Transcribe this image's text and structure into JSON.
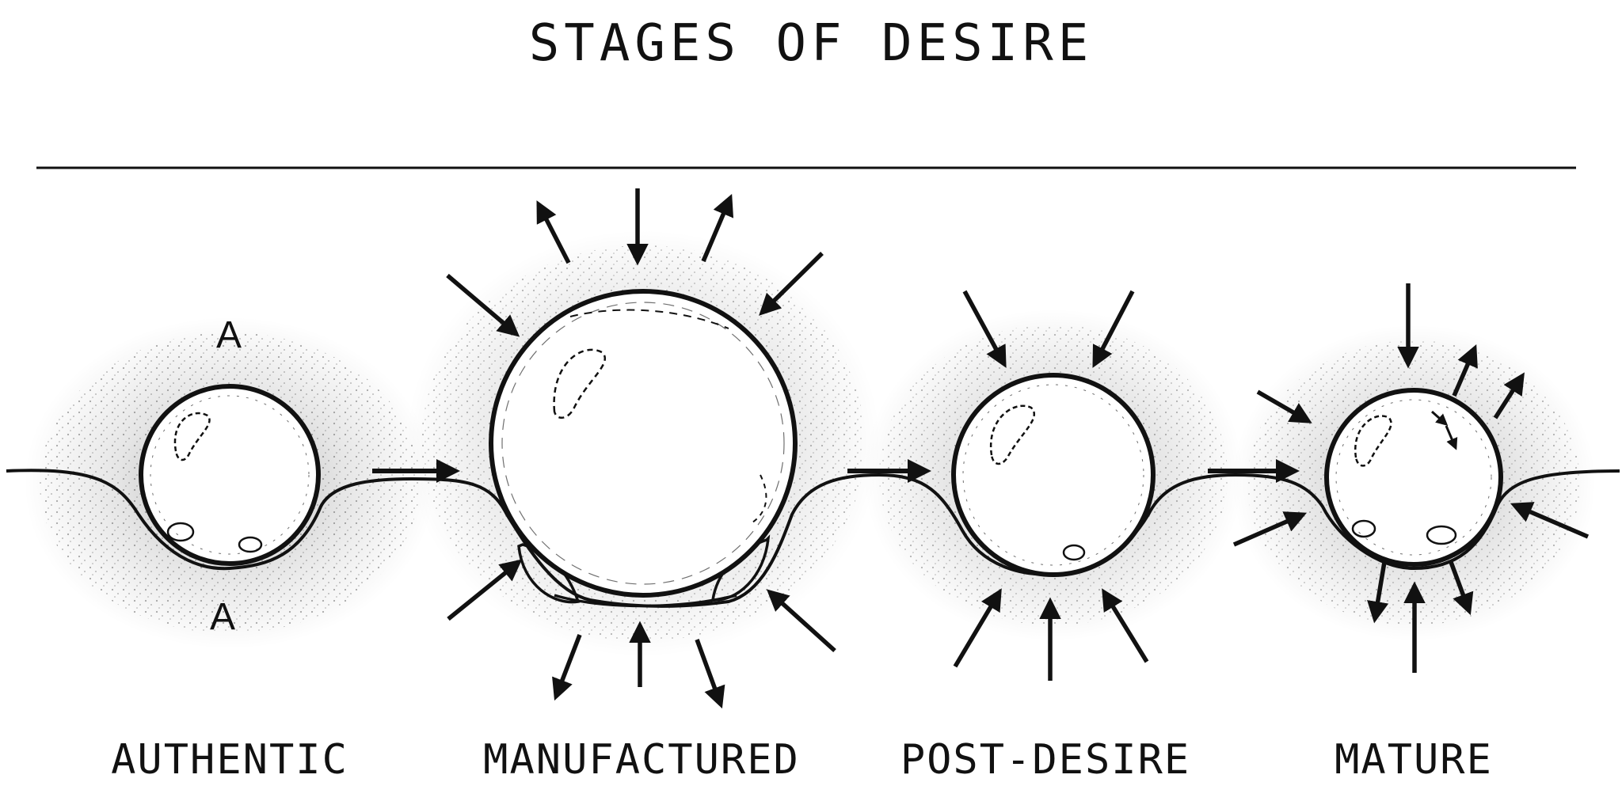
{
  "title": "STAGES OF DESIRE",
  "stages": [
    {
      "label": "AUTHENTIC"
    },
    {
      "label": "MANUFACTURED"
    },
    {
      "label": "POST-DESIRE"
    },
    {
      "label": "MATURE"
    }
  ],
  "marks": {
    "authentic_top": "A",
    "authentic_bottom": "A"
  },
  "colors": {
    "ink": "#111111",
    "background": "#ffffff"
  }
}
